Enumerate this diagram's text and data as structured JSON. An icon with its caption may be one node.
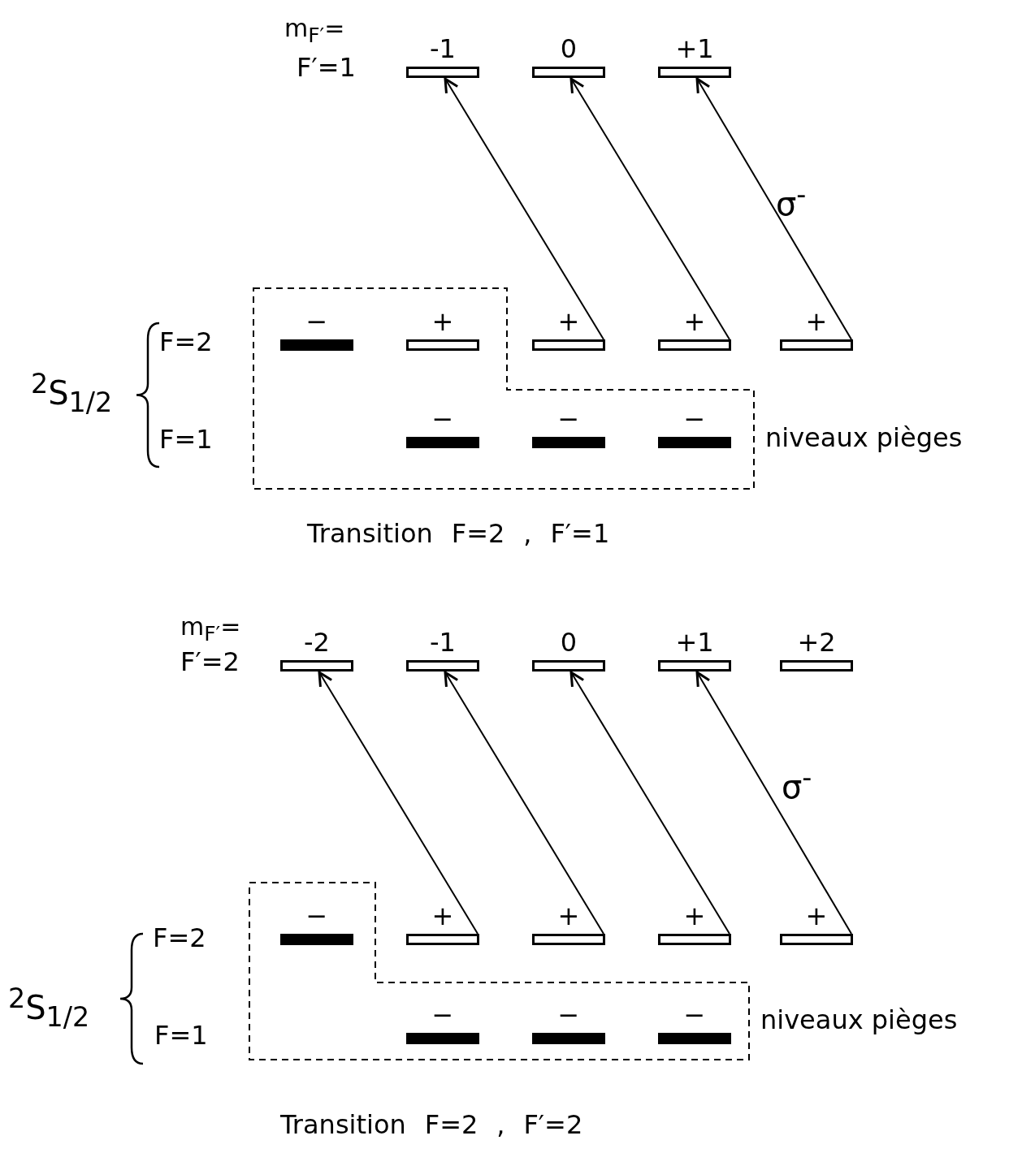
{
  "diagram": {
    "nodes": [
      {
        "text": [],
        "shape": "bar",
        "beside": [
          "-1"
        ]
      },
      {
        "text": [],
        "shape": "bar",
        "beside": [
          "0"
        ]
      },
      {
        "text": [],
        "shape": "bar",
        "beside": [
          "+1"
        ]
      },
      {
        "text": [
          "niveaux pièges"
        ]
      },
      {
        "text": [],
        "shape": "block",
        "beside": [
          "−"
        ],
        "in": 3
      },
      {
        "text": [],
        "shape": "bar",
        "beside": [
          "+"
        ],
        "in": 3
      },
      {
        "text": [],
        "shape": "bar",
        "beside": [
          "+"
        ]
      },
      {
        "text": [],
        "shape": "bar",
        "beside": [
          "+"
        ]
      },
      {
        "text": [],
        "shape": "bar",
        "beside": [
          "+"
        ]
      },
      {
        "text": [],
        "shape": "block",
        "beside": [
          "−"
        ],
        "in": 3
      },
      {
        "text": [],
        "shape": "block",
        "beside": [
          "−"
        ],
        "in": 3
      },
      {
        "text": [],
        "shape": "block",
        "beside": [
          "−"
        ],
        "in": 3
      },
      {
        "text": [],
        "shape": "bar",
        "beside": [
          "-2"
        ]
      },
      {
        "text": [],
        "shape": "bar",
        "beside": [
          "-1"
        ]
      },
      {
        "text": [],
        "shape": "bar",
        "beside": [
          "0"
        ]
      },
      {
        "text": [],
        "shape": "bar",
        "beside": [
          "+1"
        ]
      },
      {
        "text": [],
        "shape": "bar",
        "beside": [
          "+2"
        ]
      },
      {
        "text": [
          "niveaux pièges"
        ]
      },
      {
        "text": [],
        "shape": "block",
        "beside": [
          "−"
        ],
        "in": 17
      },
      {
        "text": [],
        "shape": "bar",
        "beside": [
          "+"
        ]
      },
      {
        "text": [],
        "shape": "bar",
        "beside": [
          "+"
        ]
      },
      {
        "text": [],
        "shape": "bar",
        "beside": [
          "+"
        ]
      },
      {
        "text": [],
        "shape": "bar",
        "beside": [
          "+"
        ]
      },
      {
        "text": [],
        "shape": "block",
        "beside": [
          "−"
        ],
        "in": 17
      },
      {
        "text": [],
        "shape": "block",
        "beside": [
          "−"
        ],
        "in": 17
      },
      {
        "text": [],
        "shape": "block",
        "beside": [
          "−"
        ],
        "in": 17
      }
    ],
    "edges": [
      {
        "from": 6,
        "to": 0,
        "arrow": "to"
      },
      {
        "from": 7,
        "to": 1,
        "arrow": "to"
      },
      {
        "from": 8,
        "to": 2,
        "arrow": "to"
      },
      {
        "from": 19,
        "to": 12,
        "arrow": "to"
      },
      {
        "from": 20,
        "to": 13,
        "arrow": "to"
      },
      {
        "from": 21,
        "to": 14,
        "arrow": "to"
      },
      {
        "from": 22,
        "to": 15,
        "arrow": "to"
      }
    ],
    "labels": [
      "m$_{F′}$=",
      "F′=1",
      "σ$^{-}$",
      "$^{2}$S$_{1/2}$",
      "F=2",
      "F=1",
      "Transition F=2 , F′=1",
      "m$_{F′}$=",
      "F′=2",
      "σ$^{-}$",
      "$^{2}$S$_{1/2}$",
      "F=2",
      "F=1",
      "Transition F=2 , F′=2"
    ]
  }
}
